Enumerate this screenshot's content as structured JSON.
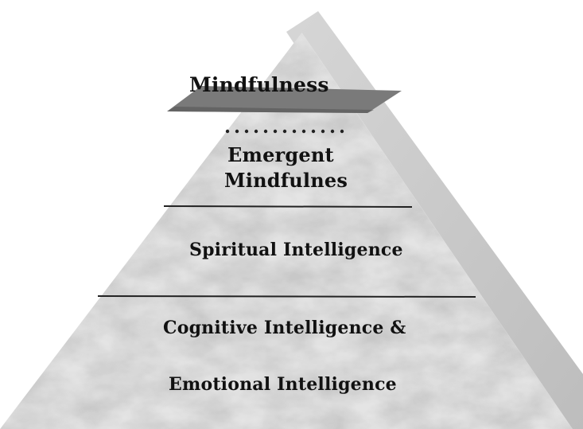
{
  "diagram": {
    "tiers": {
      "top": "Mindfulness",
      "emergent_line1": "Emergent",
      "emergent_line2": "Mindfulnes",
      "spiritual": "Spiritual Intelligence",
      "base_line1": "Cognitive Intelligence &",
      "base_line2": "Emotional Intelligence"
    },
    "colors": {
      "marble_light": "#e8e8e8",
      "marble_mid": "#b5b5b5",
      "marble_dark": "#6e6e6e",
      "side_face": "#c9c9c9",
      "cap": "#7a7a7a",
      "text": "#111111",
      "divider": "#222222"
    }
  }
}
